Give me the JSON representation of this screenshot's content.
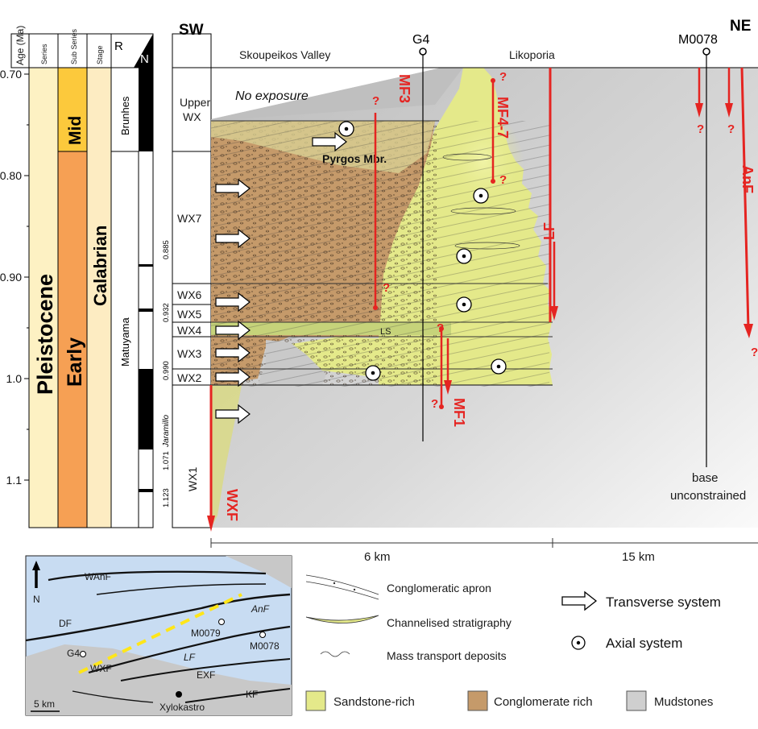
{
  "age_axis": {
    "label": "Age (Ma)",
    "ticks": [
      "0.70",
      "0.80",
      "0.90",
      "1.0",
      "1.1"
    ]
  },
  "columns": {
    "series": "Series",
    "subseries": "Sub Series",
    "stage": "Stage",
    "polarity_r": "R",
    "polarity_n": "N"
  },
  "chrono": {
    "pleistocene": "Pleistocene",
    "mid": "Mid",
    "early": "Early",
    "calabrian": "Calabrian",
    "brunhes": "Brunhes",
    "matuyama": "Matuyama",
    "jaramillo": "Jaramillo",
    "mag_ages": [
      "0.885",
      "0.932",
      "0.990",
      "1.071",
      "1.123"
    ]
  },
  "units": {
    "upper_wx": "Upper WX",
    "wx7": "WX7",
    "wx6": "WX6",
    "wx5": "WX5",
    "wx4": "WX4",
    "wx3": "WX3",
    "wx2": "WX2",
    "wx1": "WX1"
  },
  "section": {
    "sw": "SW",
    "ne": "NE",
    "skoupeikos": "Skoupeikos Valley",
    "g4": "G4",
    "likoporia": "Likoporia",
    "m0078": "M0078",
    "no_exposure": "No exposure",
    "pyrgos": "Pyrgos Mbr.",
    "ls": "LS",
    "base_line1": "base",
    "base_line2": "unconstrained",
    "scale_6km": "6 km",
    "scale_15km": "15 km",
    "q": "?"
  },
  "faults": {
    "mf3": "MF3",
    "mf47": "MF4-7",
    "lf": "LF",
    "anf": "AnF",
    "mf1": "MF1",
    "wxf": "WXF"
  },
  "map": {
    "north": "N",
    "wanf": "WAnF",
    "anf": "AnF",
    "df": "DF",
    "m0079": "M0079",
    "m0078": "M0078",
    "g4": "G4",
    "lf": "LF",
    "wxf": "WXF",
    "exf": "EXF",
    "kf": "KF",
    "xylokastro": "Xylokastro",
    "scale": "5 km"
  },
  "legend": {
    "apron": "Conglomeratic apron",
    "channel": "Channelised stratigraphy",
    "mtd": "Mass transport deposits",
    "transverse": "Transverse system",
    "axial": "Axial system",
    "sandstone": "Sandstone-rich",
    "conglomerate": "Conglomerate rich",
    "mudstones": "Mudstones"
  },
  "colors": {
    "pleistocene": "#fdf1c3",
    "mid": "#fcc93c",
    "early": "#f6a054",
    "calabrian": "#fdecc2",
    "sandstone": "#e4e98a",
    "conglomerate": "#c59a6a",
    "mudstone": "#cfcfcf",
    "fault": "#e52421",
    "map_sea": "#c8dcf2",
    "map_land": "#c8c8c8"
  }
}
